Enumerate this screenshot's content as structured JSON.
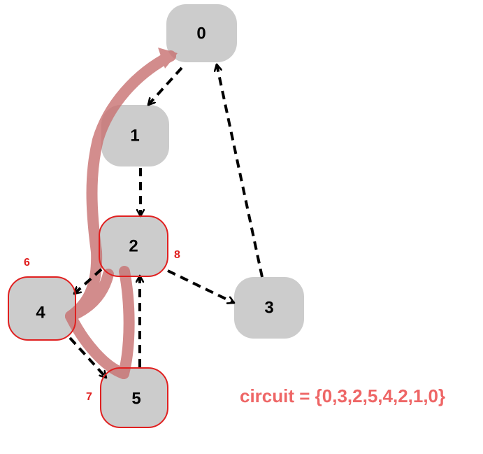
{
  "colors": {
    "node_fill": "#cccccc",
    "highlight_stroke": "#e02020",
    "edge_color": "#000000",
    "circuit_path": "#c87070",
    "circuit_text": "#ee6666",
    "order_label": "#e02020"
  },
  "nodes": [
    {
      "id": "0",
      "label": "0",
      "highlighted": false
    },
    {
      "id": "1",
      "label": "1",
      "highlighted": false
    },
    {
      "id": "2",
      "label": "2",
      "highlighted": true
    },
    {
      "id": "3",
      "label": "3",
      "highlighted": false
    },
    {
      "id": "4",
      "label": "4",
      "highlighted": true
    },
    {
      "id": "5",
      "label": "5",
      "highlighted": true
    }
  ],
  "edges": [
    {
      "from": "0",
      "to": "1",
      "style": "dashed"
    },
    {
      "from": "1",
      "to": "2",
      "style": "dashed"
    },
    {
      "from": "2",
      "to": "3",
      "style": "dashed"
    },
    {
      "from": "3",
      "to": "0",
      "style": "dashed"
    },
    {
      "from": "2",
      "to": "4",
      "style": "dashed"
    },
    {
      "from": "4",
      "to": "5",
      "style": "dashed"
    },
    {
      "from": "5",
      "to": "2",
      "style": "dashed"
    }
  ],
  "circuit_path_edges": [
    {
      "from": "5",
      "to": "2"
    },
    {
      "from": "2",
      "to": "4"
    },
    {
      "from": "4",
      "to": "0"
    }
  ],
  "order_labels": [
    {
      "node": "4",
      "text": "6"
    },
    {
      "node": "5",
      "text": "7"
    },
    {
      "node": "2",
      "text": "8"
    }
  ],
  "circuit_label": "circuit = {0,3,2,5,4,2,1,0}"
}
